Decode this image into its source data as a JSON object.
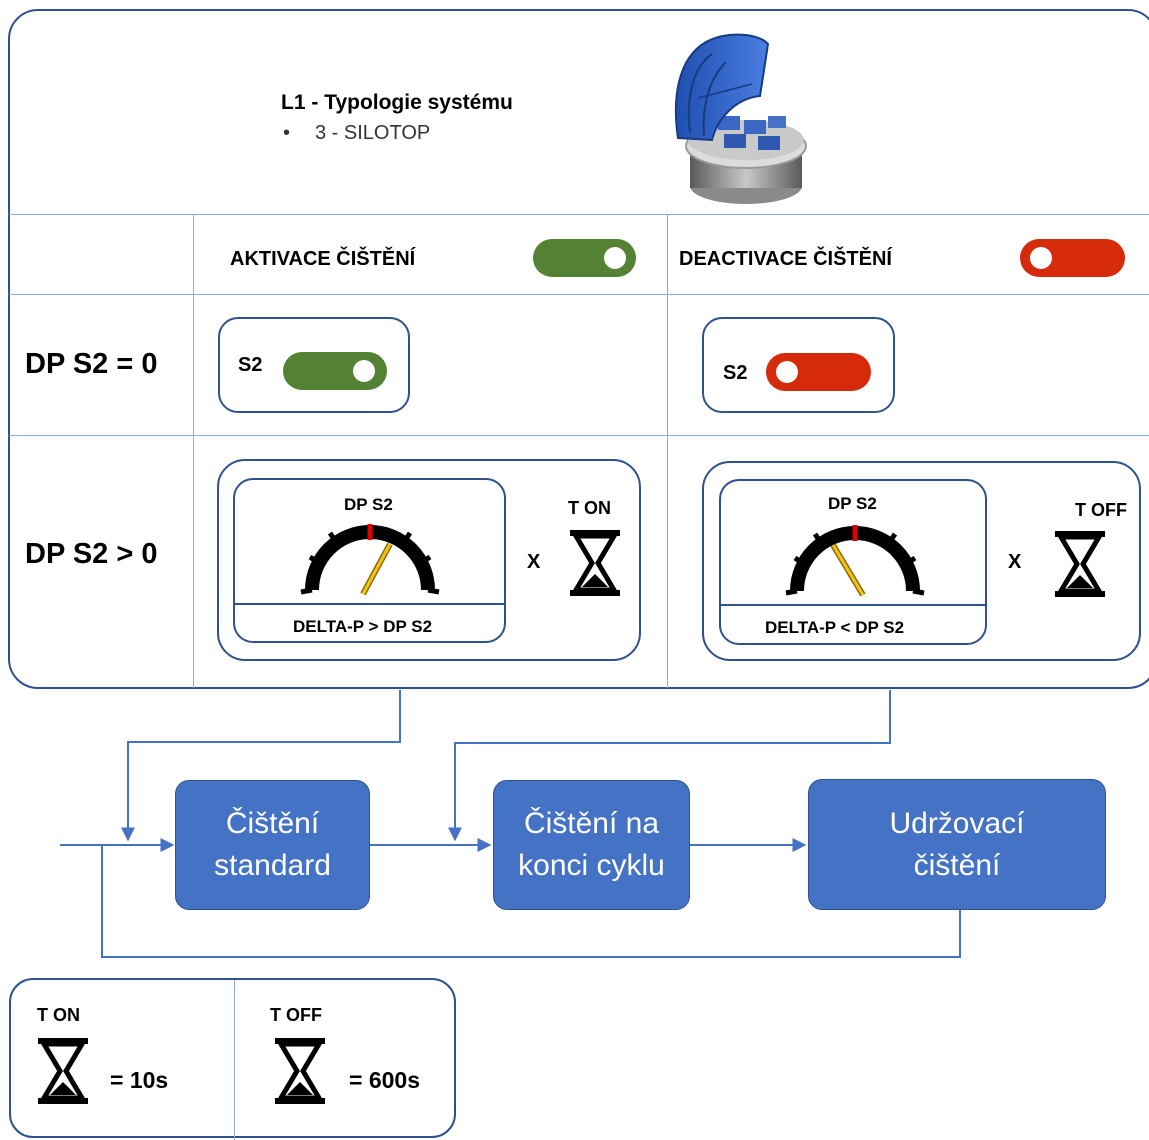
{
  "header": {
    "title": "L1 - Typologie systému",
    "bullet_text": "3 - SILOTOP",
    "image_icon": "silotop-filter-unit-image"
  },
  "columns": {
    "activation": {
      "label": "AKTIVACE ČIŠTĚNÍ",
      "toggle_state": "on",
      "toggle_color": "#548235"
    },
    "deactivation": {
      "label": "DEACTIVACE ČIŠTĚNÍ",
      "toggle_state": "off",
      "toggle_color": "#d52b0b"
    }
  },
  "rows": {
    "row1": {
      "label": "DP S2 = 0",
      "activation": {
        "switch_label": "S2",
        "state": "on"
      },
      "deactivation": {
        "switch_label": "S2",
        "state": "off"
      }
    },
    "row2": {
      "label": "DP S2 > 0",
      "activation": {
        "gauge_label": "DP S2",
        "condition": "DELTA-P > DP S2",
        "operator": "X",
        "timer_label": "T ON",
        "timer_icon": "hourglass-icon"
      },
      "deactivation": {
        "gauge_label": "DP S2",
        "condition": "DELTA-P < DP S2",
        "operator": "X",
        "timer_label": "T OFF",
        "timer_icon": "hourglass-icon"
      }
    }
  },
  "flow": {
    "steps": [
      {
        "label": "Čištění standard",
        "line1": "Čištění",
        "line2": "standard"
      },
      {
        "label": "Čištění na konci cyklu",
        "line1": "Čištění na",
        "line2": "konci cyklu"
      },
      {
        "label": "Udržovací čištění",
        "line1": "Udržovací",
        "line2": "čištění"
      }
    ],
    "step_color": "#4472c4"
  },
  "legend": {
    "t_on": {
      "label": "T ON",
      "value": "= 10s"
    },
    "t_off": {
      "label": "T OFF",
      "value": "= 600s"
    }
  }
}
